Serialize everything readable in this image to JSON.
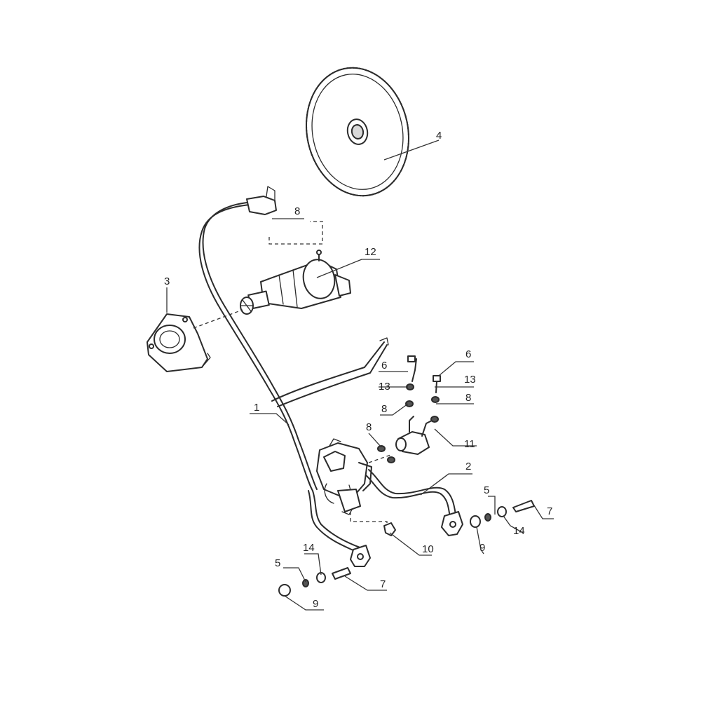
{
  "callouts": {
    "c1": "1",
    "c2": "2",
    "c3": "3",
    "c4": "4",
    "c5a": "5",
    "c5b": "5",
    "c6a": "6",
    "c6b": "6",
    "c7a": "7",
    "c7b": "7",
    "c8a": "8",
    "c8b": "8",
    "c8c": "8",
    "c8d": "8",
    "c9a": "9",
    "c9b": "9",
    "c10": "10",
    "c11": "11",
    "c12": "12",
    "c13a": "13",
    "c13b": "13",
    "c14a": "14",
    "c14b": "14"
  },
  "colors": {
    "line": "#2b2b2b",
    "background": "#ffffff"
  }
}
